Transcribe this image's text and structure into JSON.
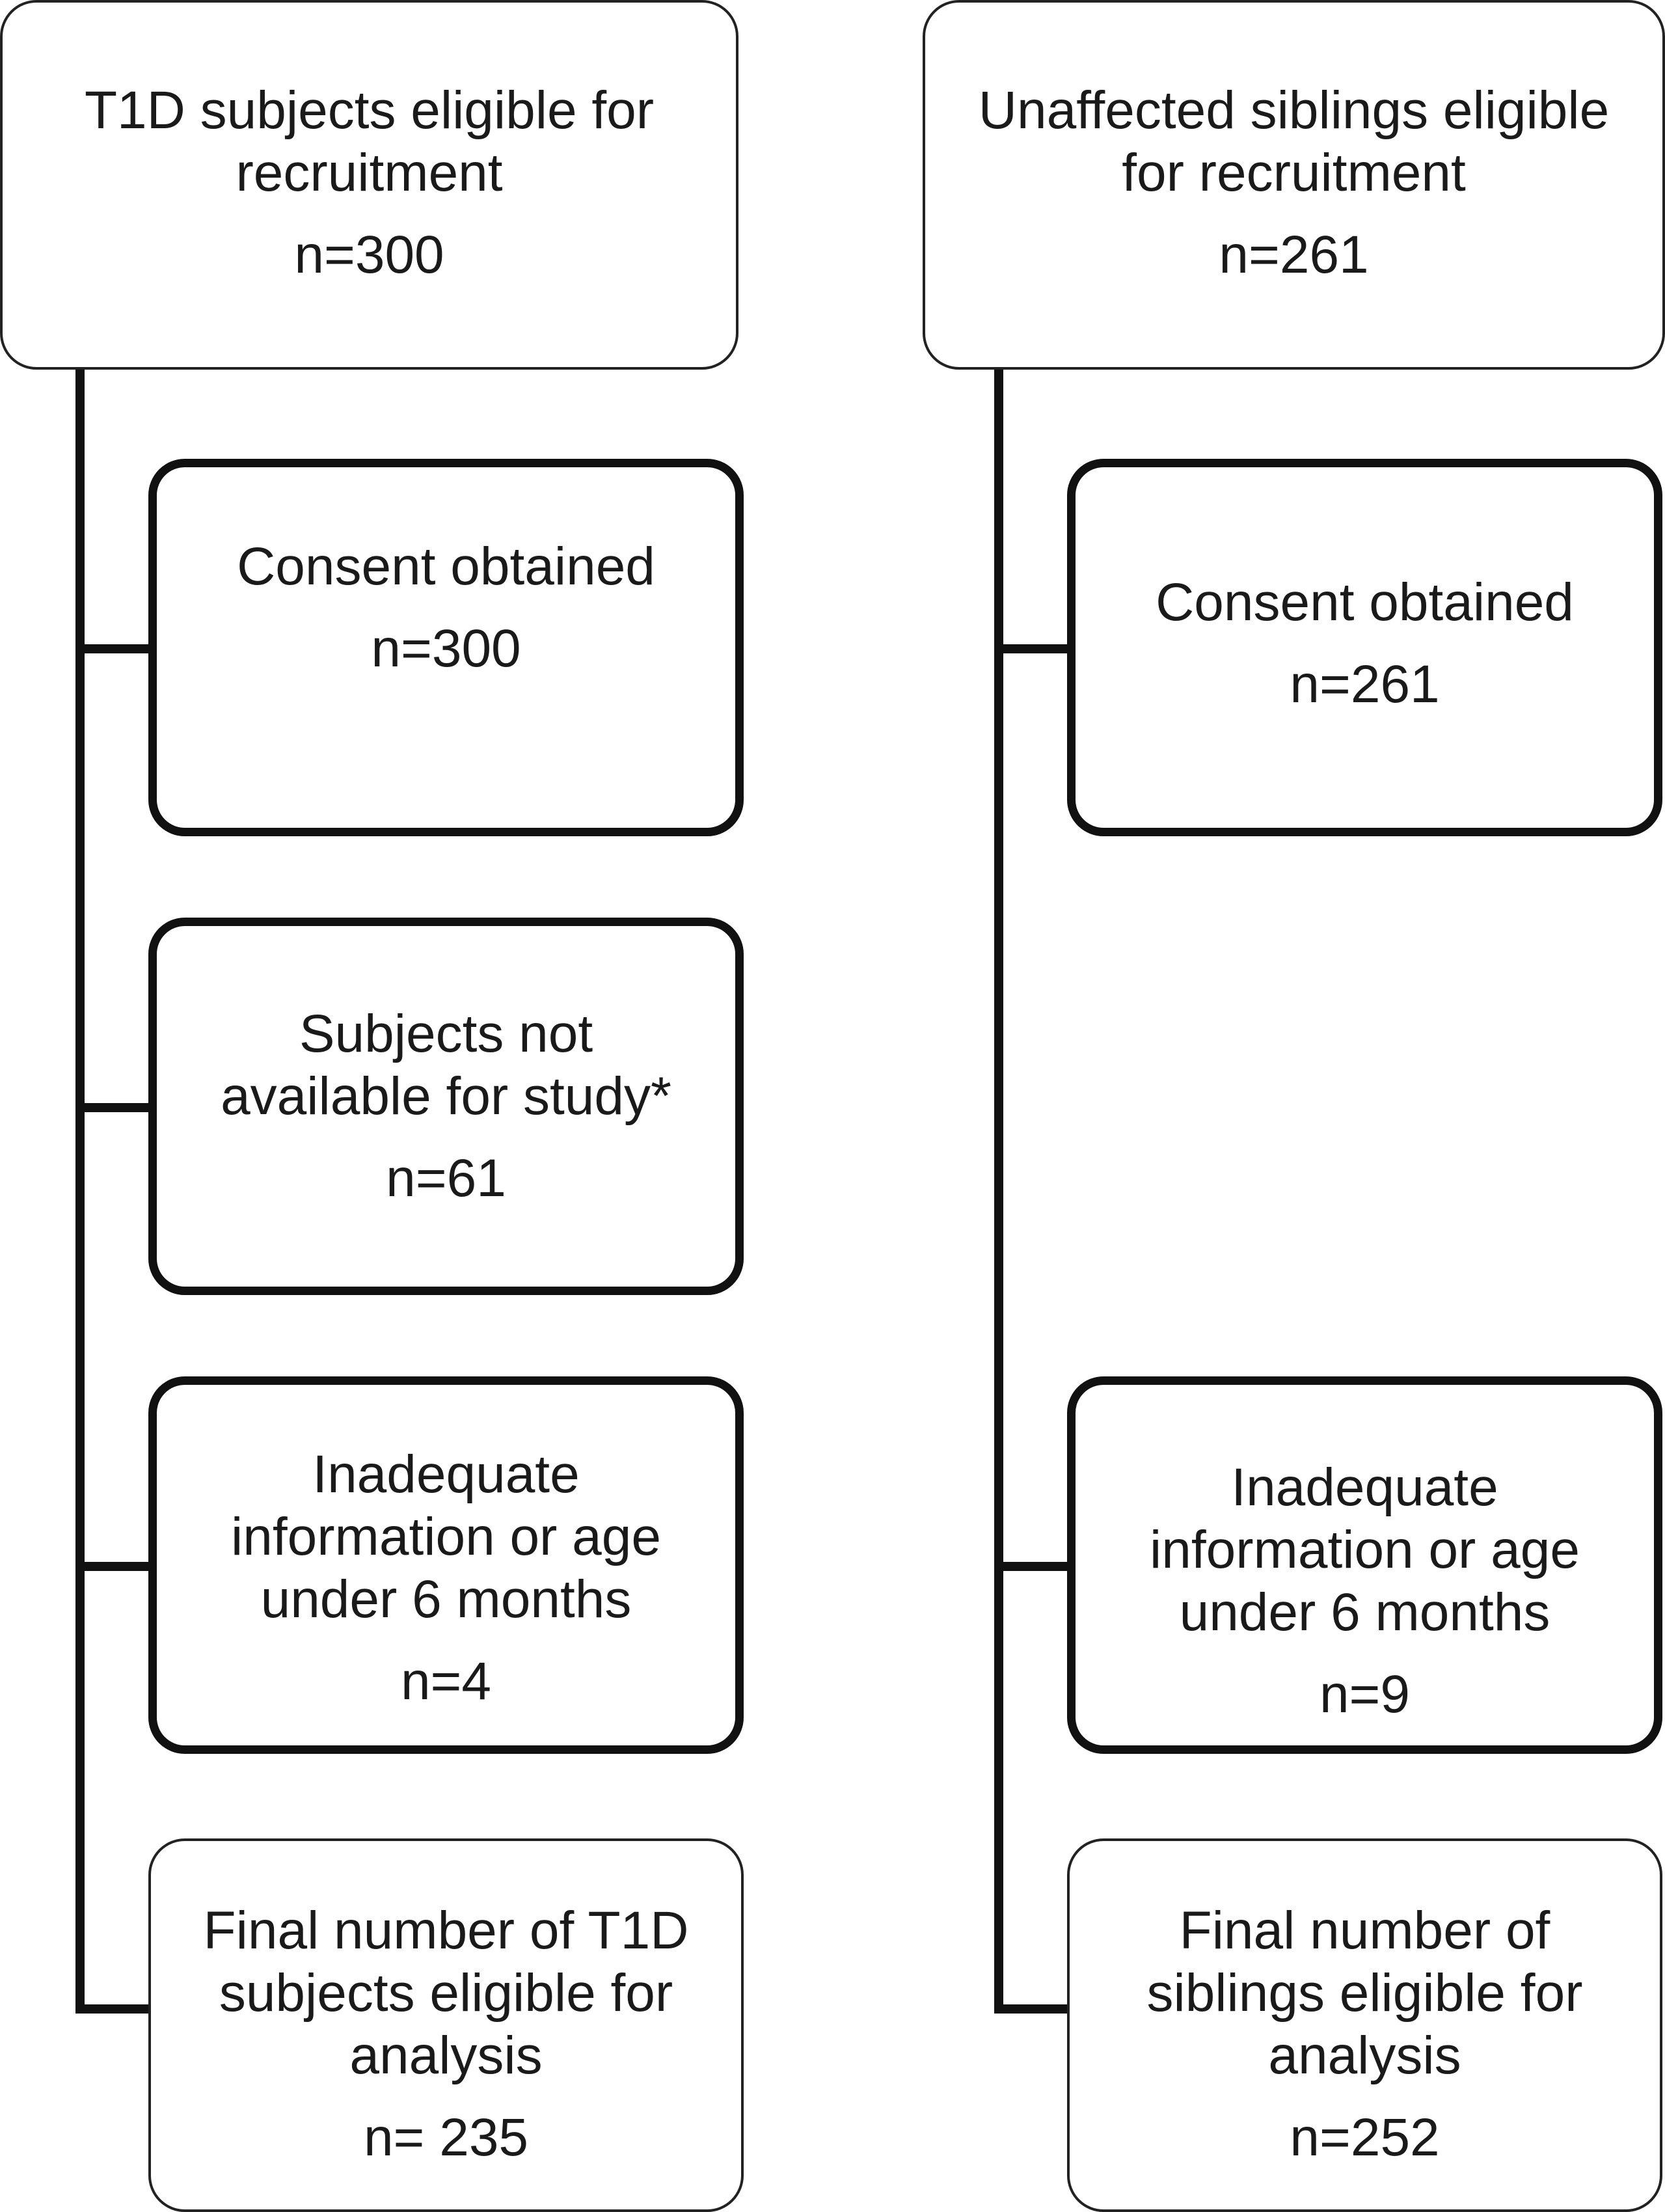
{
  "left_column": {
    "header": {
      "label": "T1D subjects eligible for\nrecruitment",
      "count": "n=300"
    },
    "steps": [
      {
        "label": "Consent obtained",
        "count": "n=300"
      },
      {
        "label": "Subjects not\navailable for study*",
        "count": "n=61"
      },
      {
        "label": "Inadequate\ninformation or age\nunder 6 months",
        "count": "n=4"
      },
      {
        "label": "Final number of T1D\nsubjects  eligible for\nanalysis",
        "count": "n= 235"
      }
    ]
  },
  "right_column": {
    "header": {
      "label": "Unaffected siblings eligible\nfor recruitment",
      "count": "n=261"
    },
    "steps": [
      {
        "label": "Consent obtained",
        "count": "n=261"
      },
      {
        "label": "Inadequate\ninformation or age\nunder 6 months",
        "count": "n=9"
      },
      {
        "label": "Final number of\nsiblings eligible for\nanalysis",
        "count": "n=252"
      }
    ]
  }
}
